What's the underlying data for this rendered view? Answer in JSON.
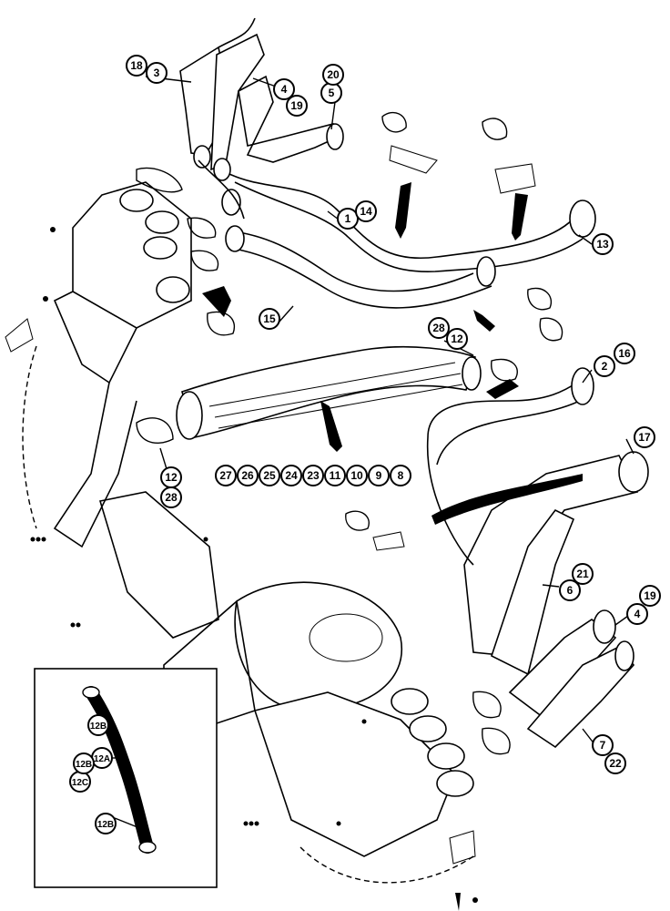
{
  "callouts": [
    {
      "a": "18",
      "b": "3"
    },
    {
      "a": "4",
      "b": "19"
    },
    {
      "a": "5",
      "b": "20"
    },
    {
      "a": "1",
      "b": "14"
    },
    {
      "a": "13"
    },
    {
      "a": "15"
    },
    {
      "a": "28",
      "b": "12"
    },
    {
      "a": "2",
      "b": "16"
    },
    {
      "a": "12",
      "b": "28"
    },
    {
      "a": "17"
    },
    {
      "a": "6",
      "b": "21"
    },
    {
      "a": "4",
      "b": "19"
    },
    {
      "a": "7",
      "b": "22"
    }
  ],
  "stack_labels": [
    "27",
    "26",
    "25",
    "24",
    "23",
    "11",
    "10",
    "9",
    "8"
  ],
  "inset_labels": [
    "12B",
    "12A",
    "12C",
    "12B",
    "12B"
  ]
}
